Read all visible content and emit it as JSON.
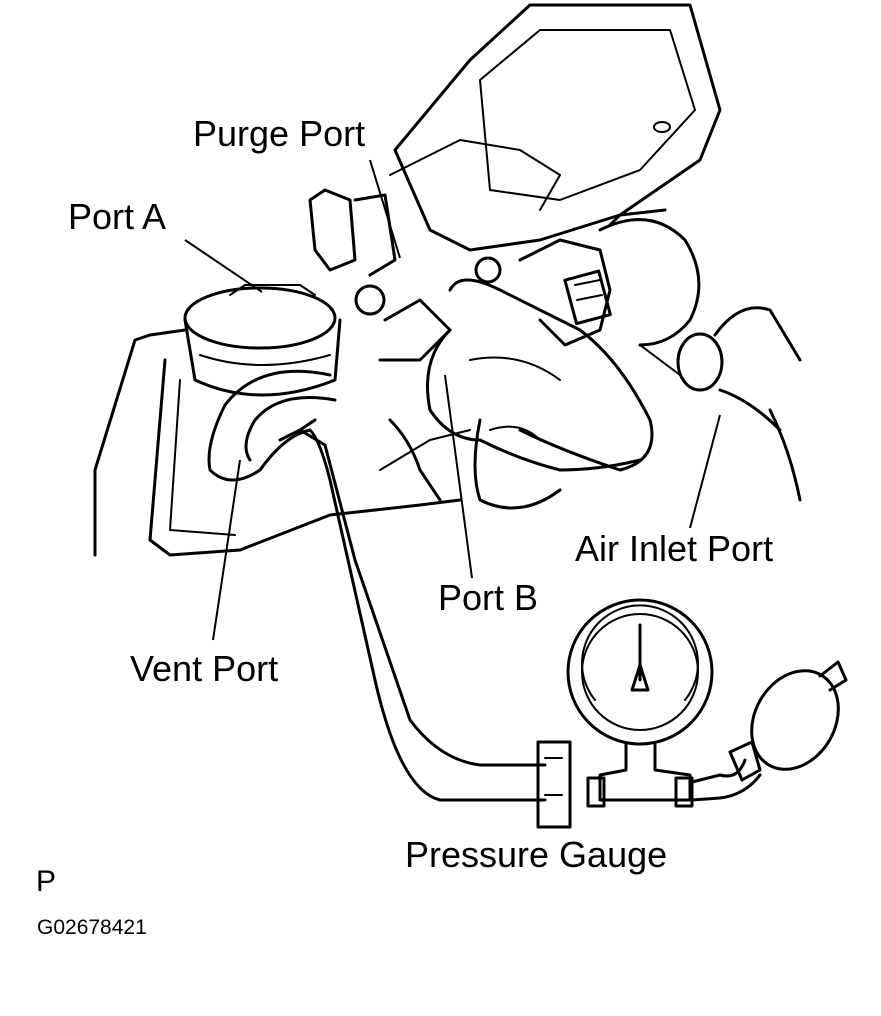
{
  "labels": {
    "purge_port": "Purge Port",
    "port_a": "Port A",
    "air_inlet_port": "Air Inlet Port",
    "port_b": "Port B",
    "vent_port": "Vent Port",
    "pressure_gauge": "Pressure Gauge"
  },
  "footer": {
    "letter": "P",
    "figure_code": "G02678421"
  },
  "colors": {
    "ink": "#000000",
    "paper": "#ffffff"
  }
}
